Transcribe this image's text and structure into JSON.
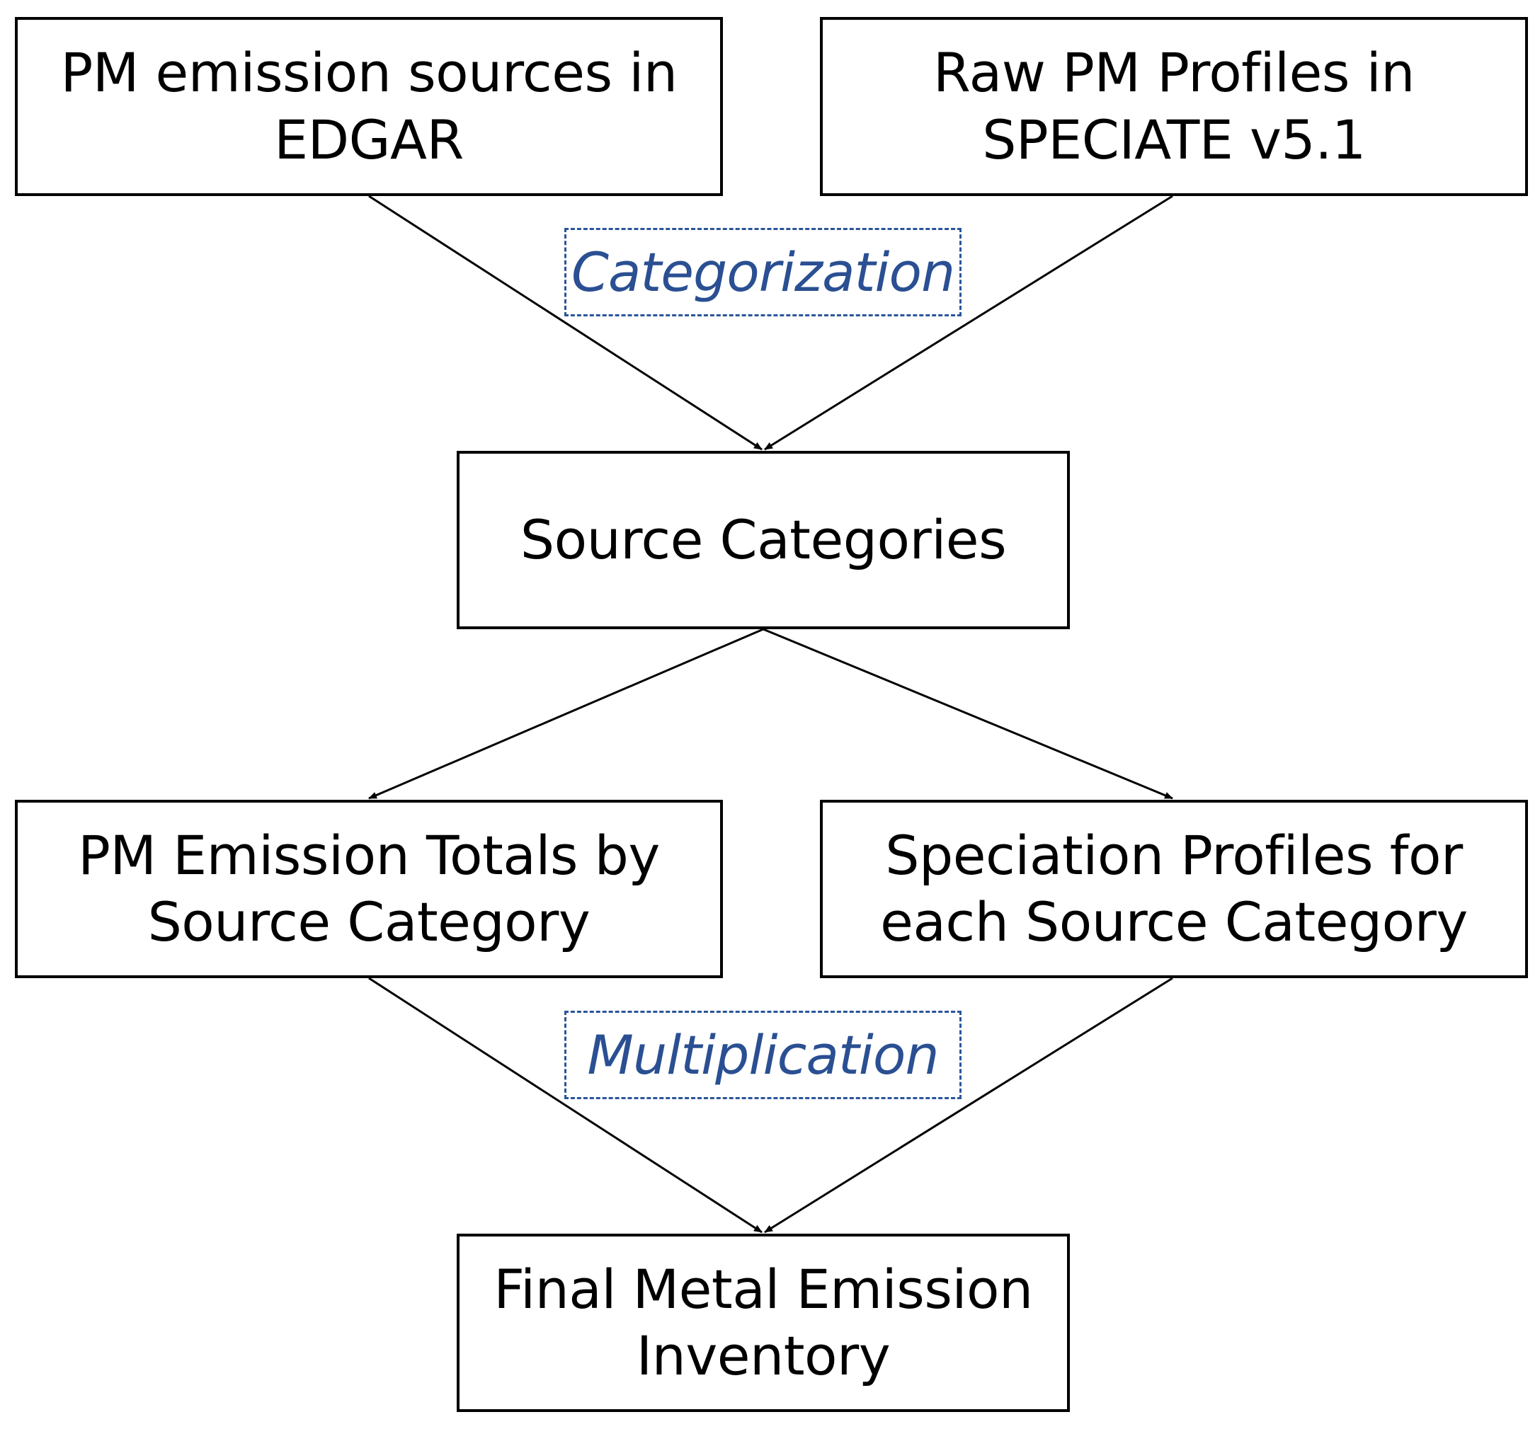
{
  "boxes": {
    "edgar": {
      "lines": [
        "PM emission sources in",
        "EDGAR"
      ]
    },
    "speciate": {
      "lines": [
        "Raw PM Profiles in",
        "SPECIATE v5.1"
      ]
    },
    "source_categories": {
      "lines": [
        "Source Categories"
      ]
    },
    "totals": {
      "lines": [
        "PM Emission Totals by",
        "Source Category"
      ]
    },
    "profiles": {
      "lines": [
        "Speciation Profiles for",
        "each Source Category"
      ]
    },
    "final": {
      "lines": [
        "Final Metal Emission",
        "Inventory"
      ]
    }
  },
  "steps": {
    "categorization": "Categorization",
    "multiplication": "Multiplication"
  },
  "colors": {
    "box_border": "#000000",
    "step_text": "#2a4f92",
    "step_border": "#2a5599"
  }
}
